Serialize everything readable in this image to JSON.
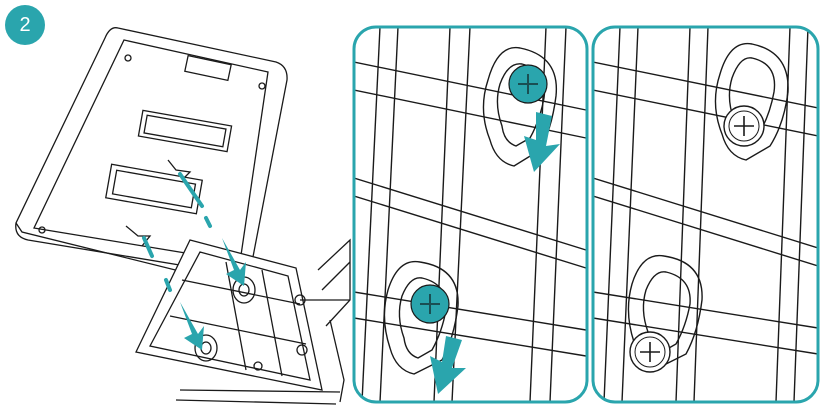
{
  "step": {
    "number": "2"
  },
  "colors": {
    "accent": "#2aa5ad",
    "line": "#1a1a1a",
    "background": "#ffffff"
  },
  "panels": [
    {
      "name": "detail-before",
      "shows": "screw-head-in-keyhole-wide-end",
      "arrows": 2
    },
    {
      "name": "detail-after",
      "shows": "screw-head-locked-in-keyhole-narrow-end",
      "arrows": 0
    }
  ]
}
